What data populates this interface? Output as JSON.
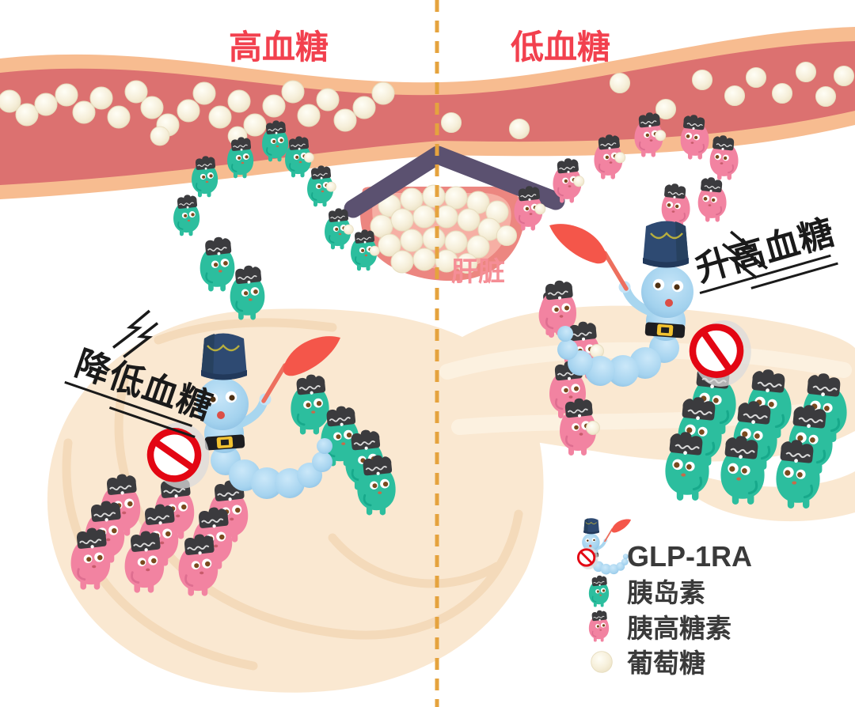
{
  "titles": {
    "left": "高血糖",
    "right": "低血糖",
    "color": "#F2404E"
  },
  "actions": {
    "left": "降低血糖",
    "right": "升高血糖",
    "color": "#1A1A1A"
  },
  "organs": {
    "liver_label": "肝脏",
    "liver_label_color": "#F58E96"
  },
  "legend": {
    "text_color": "#3A3A3A",
    "items": [
      {
        "icon": "glp1ra-character-icon",
        "label": "GLP-1RA"
      },
      {
        "icon": "insulin-character-icon",
        "label": "胰岛素"
      },
      {
        "icon": "glucagon-character-icon",
        "label": "胰高糖素"
      },
      {
        "icon": "glucose-ball-icon",
        "label": "葡萄糖"
      }
    ]
  },
  "colors": {
    "insulin": "#2CBE9E",
    "glucagon": "#F283A1",
    "glp1ra_body": "#A3D2EE",
    "glucose_ball": "#F4EDD9",
    "vessel_wall": "#F7BC90",
    "vessel_blood": "#DC7170",
    "pancreas": "#FAE8D1",
    "liver": "#EC8680",
    "liver_roof": "#5B5170",
    "divider": "#E5A33E",
    "prohibition": "#E30613"
  }
}
